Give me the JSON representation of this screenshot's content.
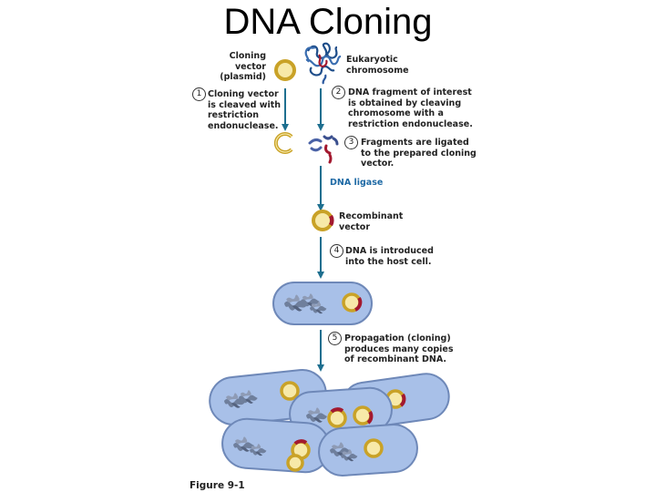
{
  "title": "DNA Cloning",
  "labels": {
    "cloning_vector": [
      "Cloning",
      "vector",
      "(plasmid)"
    ],
    "eukaryotic_chromosome": [
      "Eukaryotic",
      "chromosome"
    ],
    "step1": {
      "number": "1",
      "lines": [
        "Cloning vector",
        "is cleaved with",
        "restriction",
        "endonuclease."
      ]
    },
    "step2": {
      "number": "2",
      "lines": [
        "DNA fragment of interest",
        "is obtained by cleaving",
        "chromosome with a",
        "restriction endonuclease."
      ]
    },
    "step3": {
      "number": "3",
      "lines": [
        "Fragments are ligated",
        "to the prepared cloning",
        "vector."
      ]
    },
    "dna_ligase": "DNA ligase",
    "recombinant_vector": [
      "Recombinant",
      "vector"
    ],
    "step4": {
      "number": "4",
      "lines": [
        "DNA is introduced",
        "into the host cell."
      ]
    },
    "step5": {
      "number": "5",
      "lines": [
        "Propagation (cloning)",
        "produces many copies",
        "of recombinant DNA."
      ]
    }
  },
  "figure_caption": "Figure 9-1",
  "colors": {
    "arrow": "#1e6f8f",
    "plasmid_outer": "#c9a227",
    "plasmid_fill": "#f7e9a8",
    "insert": "#a3192f",
    "cell_fill": "#a8c0e8",
    "cell_stroke": "#6e88b8",
    "chromosome": "#6f7f9c"
  }
}
